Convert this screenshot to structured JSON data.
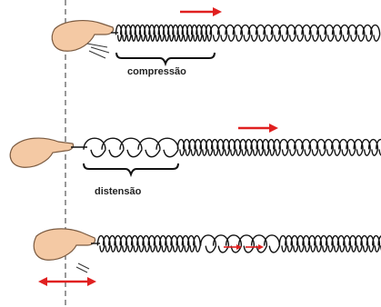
{
  "labels": {
    "compression": "compressão",
    "extension": "distensão"
  },
  "colors": {
    "spring": "#111111",
    "arrow": "#e02020",
    "hand": "#f4c9a4",
    "hand_stroke": "#7a5a40",
    "guide_line": "#555555"
  },
  "panels": [
    {
      "id": "compression",
      "arrow": "right",
      "label_key": "compression"
    },
    {
      "id": "extension",
      "arrow": "right",
      "label_key": "extension"
    },
    {
      "id": "oscillation",
      "arrow": "both"
    }
  ]
}
